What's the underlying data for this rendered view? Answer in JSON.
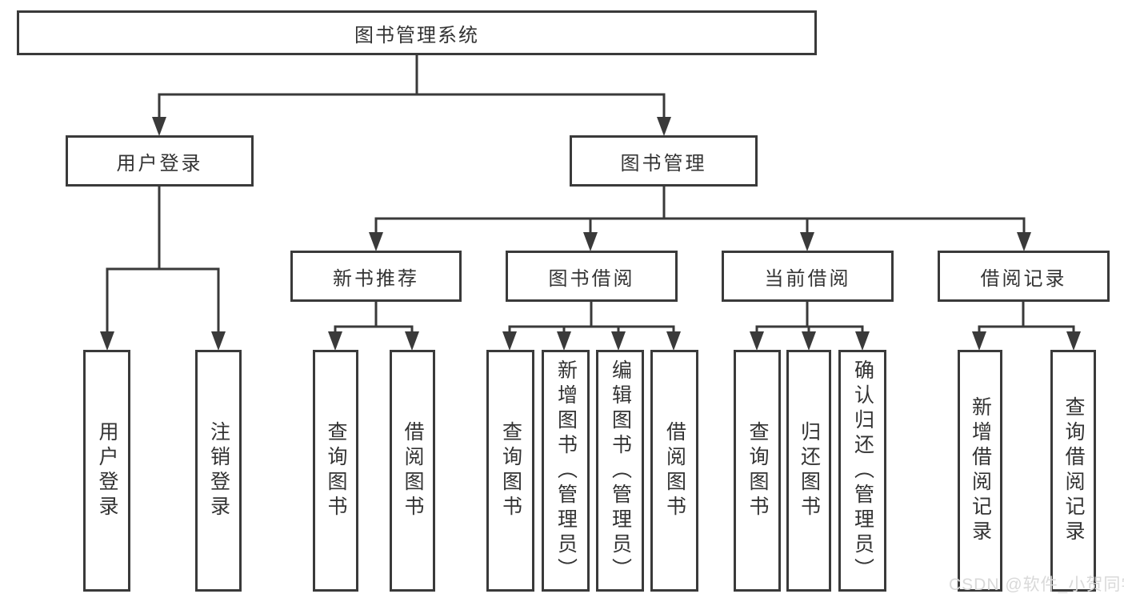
{
  "diagram": {
    "root": {
      "label": "图书管理系统"
    },
    "branches": [
      {
        "label": "用户登录",
        "children": [
          {
            "label": "用户登录"
          },
          {
            "label": "注销登录"
          }
        ]
      },
      {
        "label": "图书管理",
        "children": [
          {
            "label": "新书推荐",
            "children": [
              {
                "label": "查询图书"
              },
              {
                "label": "借阅图书"
              }
            ]
          },
          {
            "label": "图书借阅",
            "children": [
              {
                "label": "查询图书"
              },
              {
                "label": "新增图书（管理员）"
              },
              {
                "label": "编辑图书（管理员）"
              },
              {
                "label": "借阅图书"
              }
            ]
          },
          {
            "label": "当前借阅",
            "children": [
              {
                "label": "查询图书"
              },
              {
                "label": "归还图书"
              },
              {
                "label": "确认归还（管理员）"
              }
            ]
          },
          {
            "label": "借阅记录",
            "children": [
              {
                "label": "新增借阅记录"
              },
              {
                "label": "查询借阅记录"
              }
            ]
          }
        ]
      }
    ]
  },
  "watermark": {
    "text": "CSDN @软件_小贺同学"
  },
  "colors": {
    "line": "#3a3a3a",
    "text": "#333333",
    "watermark": "#d9d9d9",
    "background": "#ffffff"
  }
}
